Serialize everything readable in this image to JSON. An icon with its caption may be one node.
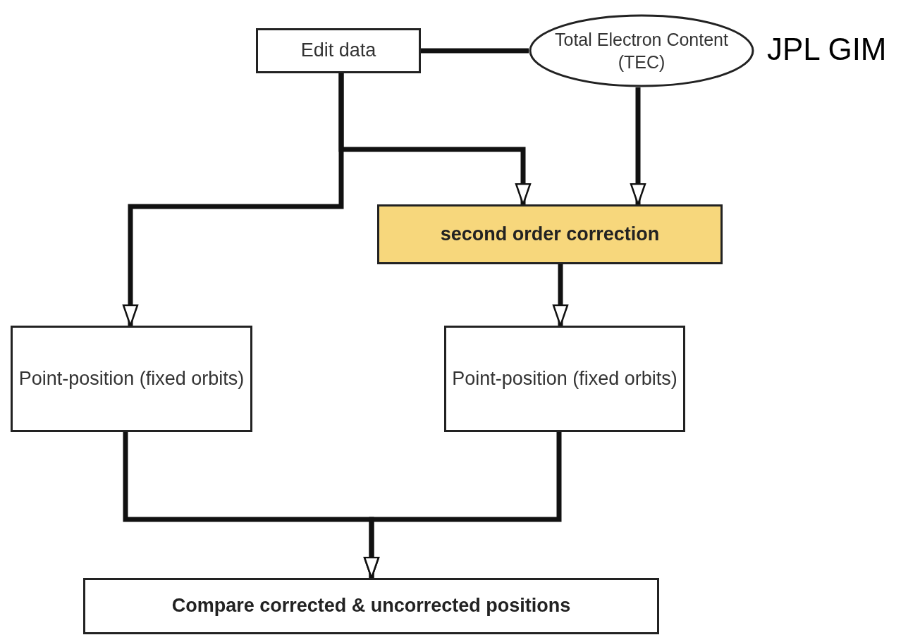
{
  "diagram": {
    "nodes": [
      {
        "text": [
          "Edit data"
        ]
      },
      {
        "text": [
          "Total Electron Content (TEC)"
        ],
        "beside": [
          "JPL GIM"
        ]
      },
      {
        "text": [
          "second order correction"
        ]
      },
      {
        "text": [
          "Point-position (fixed orbits)"
        ]
      },
      {
        "text": [
          "Point-position (fixed orbits)"
        ]
      },
      {
        "text": [
          "Compare corrected & uncorrected positions"
        ]
      }
    ],
    "edges": [
      {
        "from": 0,
        "to": 1,
        "arrow": "none"
      },
      {
        "from": 0,
        "to": 2,
        "arrow": "to"
      },
      {
        "from": 0,
        "to": 3,
        "arrow": "to"
      },
      {
        "from": 1,
        "to": 2,
        "arrow": "to"
      },
      {
        "from": 2,
        "to": 4,
        "arrow": "to"
      },
      {
        "from": 3,
        "to": 5,
        "arrow": "to"
      },
      {
        "from": 4,
        "to": 5,
        "arrow": "to"
      }
    ]
  }
}
